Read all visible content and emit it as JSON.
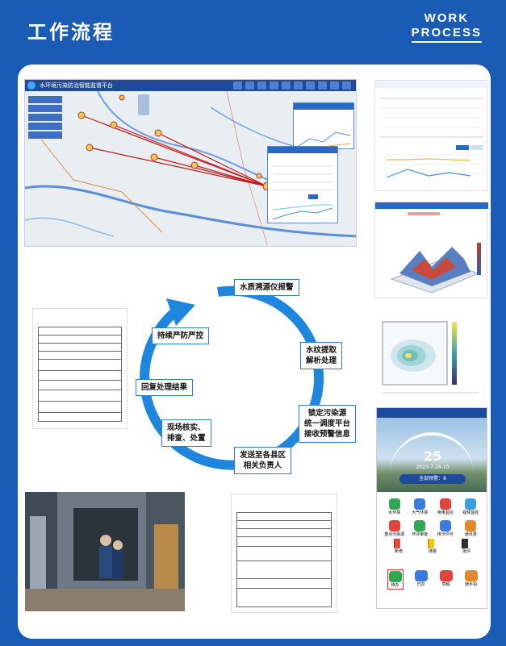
{
  "header": {
    "title": "工作流程",
    "en_line1": "WORK",
    "en_line2": "PROCESS"
  },
  "map": {
    "title": "水环境污染防治智能监督平台"
  },
  "flow": {
    "steps": [
      "水质溯源仪报警",
      "水纹提取",
      "解析处理",
      "锁定污染源",
      "统一调度平台",
      "接收预警信息",
      "发送至各县区",
      "相关负责人",
      "现场核实、",
      "排查、处置",
      "回复处理结果",
      "持续严防严控"
    ]
  },
  "phone": {
    "big_number": "25",
    "date": "2023-7-28-10",
    "status": "全部预警：8",
    "grid": [
      "水环境",
      "大气环境",
      "用电监控",
      "视频监控",
      "重点污染源",
      "环评审批",
      "排污许可",
      "通讯录"
    ],
    "flags": [
      "新增",
      "通报",
      "批评"
    ],
    "bottom": [
      "待办",
      "已办",
      "草稿",
      "随手拍"
    ]
  },
  "colors": {
    "banner": "#1a5bb5",
    "ring": "#1e86dc",
    "box_border": "#2d7dd2"
  }
}
